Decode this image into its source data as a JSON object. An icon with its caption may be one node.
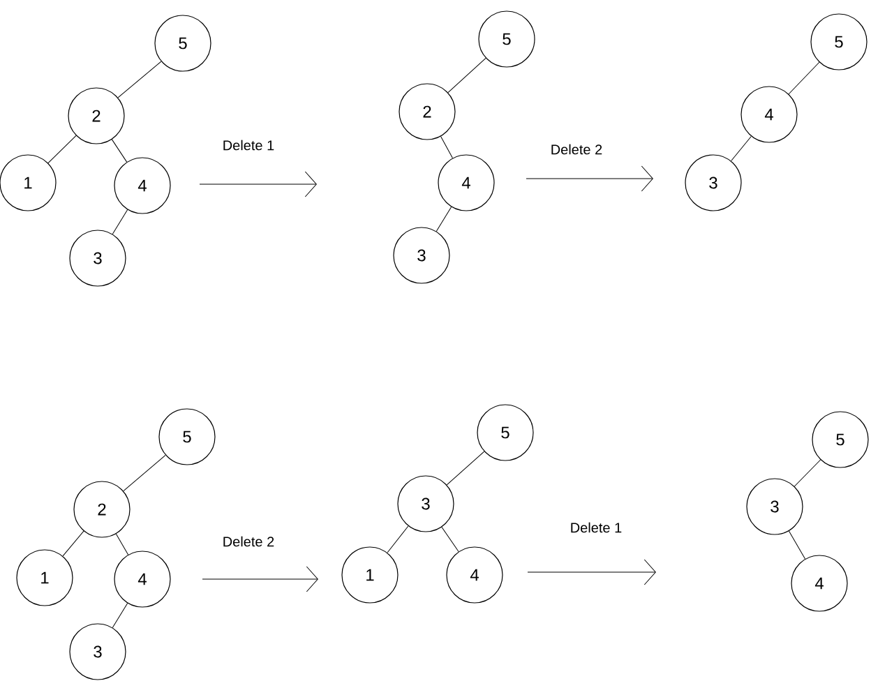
{
  "diagram": {
    "nodes": [
      {
        "text": [
          "5"
        ]
      },
      {
        "text": [
          "2"
        ]
      },
      {
        "text": [
          "1"
        ]
      },
      {
        "text": [
          "4"
        ]
      },
      {
        "text": [
          "3"
        ]
      },
      {
        "text": [
          "5"
        ]
      },
      {
        "text": [
          "2"
        ]
      },
      {
        "text": [
          "4"
        ]
      },
      {
        "text": [
          "3"
        ]
      },
      {
        "text": [
          "5"
        ]
      },
      {
        "text": [
          "4"
        ]
      },
      {
        "text": [
          "3"
        ]
      },
      {
        "text": [
          "5"
        ]
      },
      {
        "text": [
          "2"
        ]
      },
      {
        "text": [
          "1"
        ]
      },
      {
        "text": [
          "4"
        ]
      },
      {
        "text": [
          "3"
        ]
      },
      {
        "text": [
          "5"
        ]
      },
      {
        "text": [
          "3"
        ]
      },
      {
        "text": [
          "1"
        ]
      },
      {
        "text": [
          "4"
        ]
      },
      {
        "text": [
          "5"
        ]
      },
      {
        "text": [
          "3"
        ]
      },
      {
        "text": [
          "4"
        ]
      }
    ],
    "edges": [
      {
        "from": 0,
        "to": 1,
        "arrow": "none"
      },
      {
        "from": 1,
        "to": 2,
        "arrow": "none"
      },
      {
        "from": 1,
        "to": 3,
        "arrow": "none"
      },
      {
        "from": 3,
        "to": 4,
        "arrow": "none"
      },
      {
        "from": 5,
        "to": 6,
        "arrow": "none"
      },
      {
        "from": 6,
        "to": 7,
        "arrow": "none"
      },
      {
        "from": 7,
        "to": 8,
        "arrow": "none"
      },
      {
        "from": 9,
        "to": 10,
        "arrow": "none"
      },
      {
        "from": 10,
        "to": 11,
        "arrow": "none"
      },
      {
        "from": 12,
        "to": 13,
        "arrow": "none"
      },
      {
        "from": 13,
        "to": 14,
        "arrow": "none"
      },
      {
        "from": 13,
        "to": 15,
        "arrow": "none"
      },
      {
        "from": 15,
        "to": 16,
        "arrow": "none"
      },
      {
        "from": 17,
        "to": 18,
        "arrow": "none"
      },
      {
        "from": 18,
        "to": 19,
        "arrow": "none"
      },
      {
        "from": 18,
        "to": 20,
        "arrow": "none"
      },
      {
        "from": 21,
        "to": 22,
        "arrow": "none"
      },
      {
        "from": 22,
        "to": 23,
        "arrow": "none"
      }
    ],
    "labels": [
      "Delete 1",
      "Delete 2",
      "Delete 2",
      "Delete 1"
    ]
  }
}
